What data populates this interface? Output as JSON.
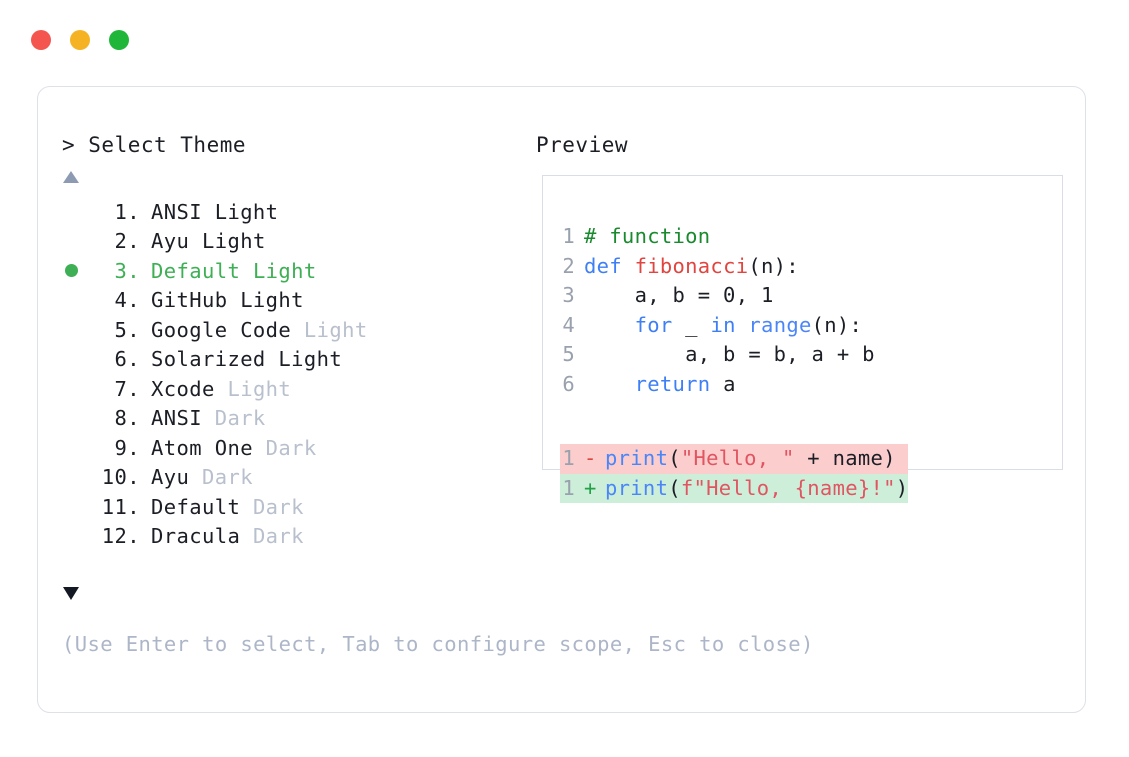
{
  "window": {
    "traffic_lights": [
      {
        "name": "close",
        "color": "#f4564f"
      },
      {
        "name": "minimize",
        "color": "#f5b324"
      },
      {
        "name": "maximize",
        "color": "#1fb639"
      }
    ]
  },
  "selector": {
    "prompt": "> Select Theme",
    "scroll_up_indicator": "▲",
    "scroll_down_indicator": "▼",
    "selected_index": 3,
    "items": [
      {
        "number": "1.",
        "name": "ANSI",
        "variant": "Light",
        "variant_muted": false,
        "selected": false
      },
      {
        "number": "2.",
        "name": "Ayu",
        "variant": "Light",
        "variant_muted": false,
        "selected": false
      },
      {
        "number": "3.",
        "name": "Default",
        "variant": "Light",
        "variant_muted": false,
        "selected": true
      },
      {
        "number": "4.",
        "name": "GitHub",
        "variant": "Light",
        "variant_muted": false,
        "selected": false
      },
      {
        "number": "5.",
        "name": "Google Code",
        "variant": "Light",
        "variant_muted": true,
        "selected": false
      },
      {
        "number": "6.",
        "name": "Solarized",
        "variant": "Light",
        "variant_muted": false,
        "selected": false
      },
      {
        "number": "7.",
        "name": "Xcode",
        "variant": "Light",
        "variant_muted": true,
        "selected": false
      },
      {
        "number": "8.",
        "name": "ANSI",
        "variant": "Dark",
        "variant_muted": true,
        "selected": false
      },
      {
        "number": "9.",
        "name": "Atom One",
        "variant": "Dark",
        "variant_muted": true,
        "selected": false
      },
      {
        "number": "10.",
        "name": "Ayu",
        "variant": "Dark",
        "variant_muted": true,
        "selected": false
      },
      {
        "number": "11.",
        "name": "Default",
        "variant": "Dark",
        "variant_muted": true,
        "selected": false
      },
      {
        "number": "12.",
        "name": "Dracula",
        "variant": "Dark",
        "variant_muted": true,
        "selected": false
      }
    ],
    "hint": "(Use Enter to select, Tab to configure scope, Esc to close)"
  },
  "preview": {
    "label": "Preview",
    "code_lines": [
      {
        "number": "1",
        "tokens": [
          {
            "t": "# function",
            "c": "comment"
          }
        ]
      },
      {
        "number": "2",
        "tokens": [
          {
            "t": "def ",
            "c": "kw"
          },
          {
            "t": "fibonacci",
            "c": "fn"
          },
          {
            "t": "(n):",
            "c": "plain"
          }
        ]
      },
      {
        "number": "3",
        "tokens": [
          {
            "t": "    a, b = 0, 1",
            "c": "plain"
          }
        ]
      },
      {
        "number": "4",
        "tokens": [
          {
            "t": "    ",
            "c": "plain"
          },
          {
            "t": "for",
            "c": "kw"
          },
          {
            "t": " _ ",
            "c": "plain"
          },
          {
            "t": "in",
            "c": "kw"
          },
          {
            "t": " ",
            "c": "plain"
          },
          {
            "t": "range",
            "c": "builtin"
          },
          {
            "t": "(n):",
            "c": "plain"
          }
        ]
      },
      {
        "number": "5",
        "tokens": [
          {
            "t": "        a, b = b, a + b",
            "c": "plain"
          }
        ]
      },
      {
        "number": "6",
        "tokens": [
          {
            "t": "    ",
            "c": "plain"
          },
          {
            "t": "return",
            "c": "kw"
          },
          {
            "t": " a",
            "c": "plain"
          }
        ]
      }
    ],
    "diff_lines": [
      {
        "number": "1",
        "sign": "-",
        "kind": "minus",
        "tokens": [
          {
            "t": "print",
            "c": "builtin"
          },
          {
            "t": "(",
            "c": "plain"
          },
          {
            "t": "\"Hello, \"",
            "c": "str"
          },
          {
            "t": " + name)",
            "c": "plain"
          }
        ]
      },
      {
        "number": "1",
        "sign": "+",
        "kind": "plus",
        "tokens": [
          {
            "t": "print",
            "c": "builtin"
          },
          {
            "t": "(",
            "c": "plain"
          },
          {
            "t": "f\"Hello, {name}!\"",
            "c": "str"
          },
          {
            "t": ")",
            "c": "plain"
          }
        ]
      }
    ]
  },
  "colors": {
    "selected_green": "#3eaf54",
    "muted_text": "#b9c0cd",
    "diff_add_bg": "#cdeed9",
    "diff_remove_bg": "#fbcdcd",
    "comment_green": "#1a8a2e",
    "keyword_blue": "#3f7ff5",
    "function_red": "#e0453f",
    "string_red": "#e05561"
  }
}
